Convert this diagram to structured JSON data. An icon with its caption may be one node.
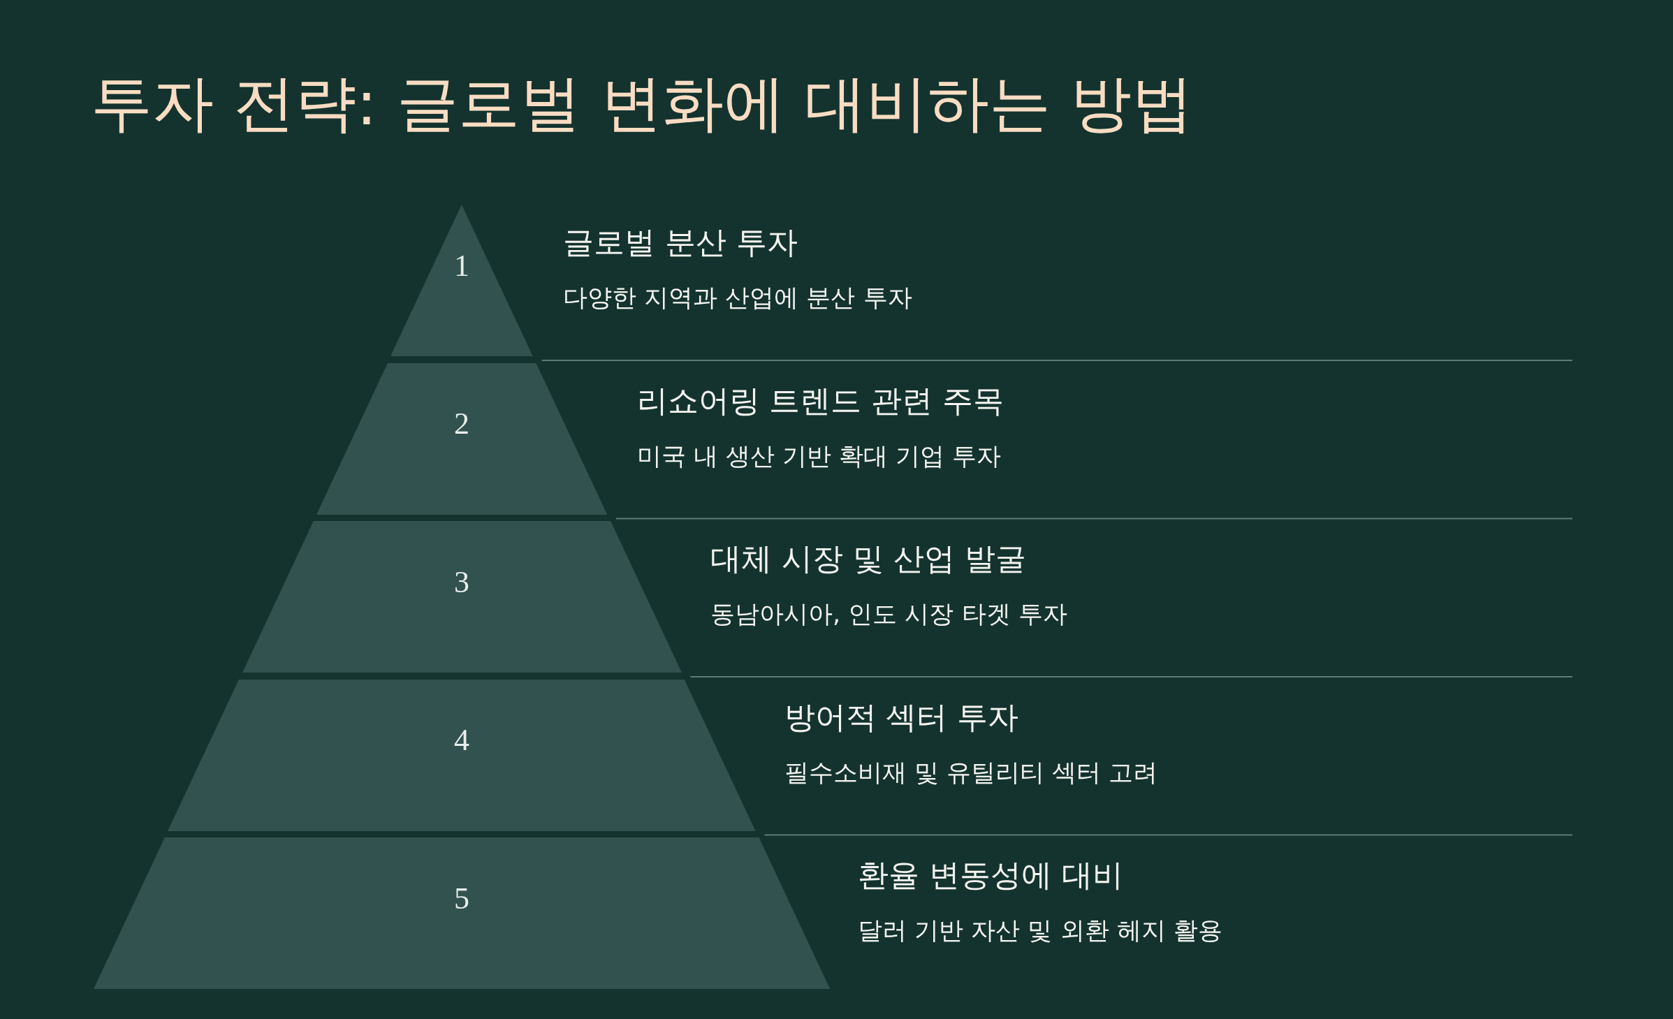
{
  "diagram": {
    "title": "투자 전략: 글로벌 변화에 대비하는 방법",
    "nodes": [
      {
        "text": [
          "1"
        ],
        "beside": [
          "글로벌 분산 투자",
          "다양한 지역과 산업에 분산 투자"
        ]
      },
      {
        "text": [
          "2"
        ],
        "beside": [
          "리쇼어링 트렌드 관련 주목",
          "미국 내 생산 기반 확대 기업 투자"
        ]
      },
      {
        "text": [
          "3"
        ],
        "beside": [
          "대체 시장 및 산업 발굴",
          "동남아시아, 인도 시장 타겟 투자"
        ]
      },
      {
        "text": [
          "4"
        ],
        "beside": [
          "방어적 섹터 투자",
          "필수소비재 및 유틸리티 섹터 고려"
        ]
      },
      {
        "text": [
          "5"
        ],
        "beside": [
          "환율 변동성에 대비",
          "달러 기반 자산 및 외환 헤지 활용"
        ]
      }
    ]
  }
}
